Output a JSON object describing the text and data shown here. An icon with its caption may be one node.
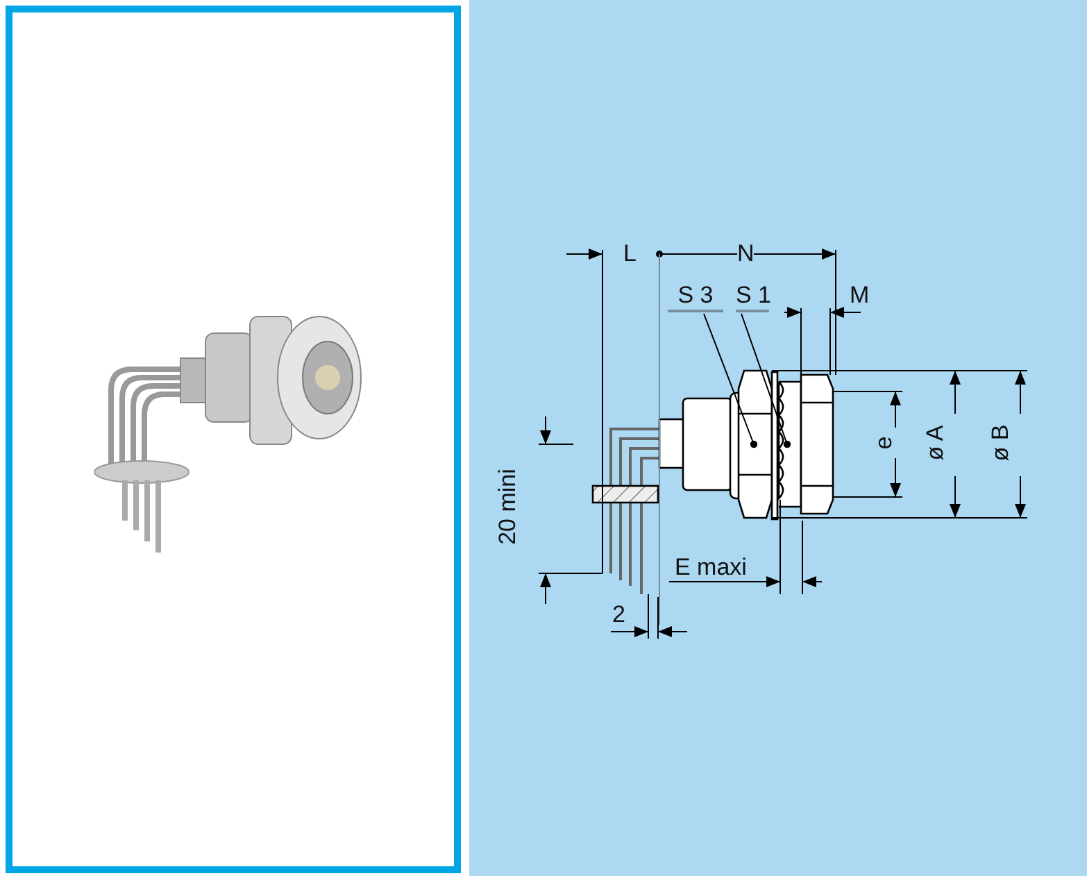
{
  "diagram": {
    "nodes": [
      {
        "text": [
          "S 3"
        ]
      },
      {
        "text": [
          "S 1"
        ]
      }
    ],
    "edges": [
      {
        "from": 0,
        "to": null,
        "arrow": "other"
      },
      {
        "from": 1,
        "to": null,
        "arrow": "other"
      }
    ],
    "labels": [
      "L",
      "N",
      "M",
      "e",
      "ø A",
      "ø B",
      "20 mini",
      "E maxi",
      "2"
    ]
  }
}
